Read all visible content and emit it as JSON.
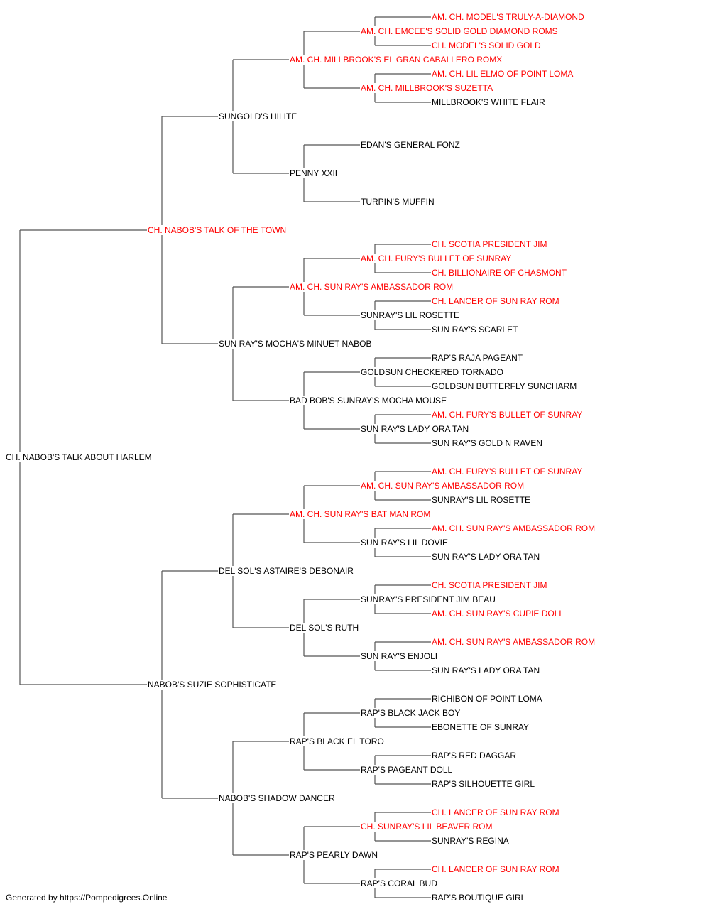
{
  "colors": {
    "champion": "#ff0000",
    "regular": "#000000",
    "line": "#555555"
  },
  "pedigree": {
    "name": "CH. NABOB'S TALK ABOUT HARLEM",
    "champion": false,
    "sire": {
      "name": "CH. NABOB'S TALK OF THE TOWN",
      "champion": true,
      "sire": {
        "name": "SUNGOLD'S HILITE",
        "champion": false,
        "sire": {
          "name": "AM. CH. MILLBROOK'S EL GRAN CABALLERO ROMX",
          "champion": true,
          "sire": {
            "name": "AM. CH. EMCEE'S SOLID GOLD DIAMOND ROMS",
            "champion": true,
            "sire": {
              "name": "AM. CH. MODEL'S TRULY-A-DIAMOND",
              "champion": true
            },
            "dam": {
              "name": "CH. MODEL'S SOLID GOLD",
              "champion": true
            }
          },
          "dam": {
            "name": "AM. CH. MILLBROOK'S SUZETTA",
            "champion": true,
            "sire": {
              "name": "AM. CH. LIL ELMO OF POINT LOMA",
              "champion": true
            },
            "dam": {
              "name": "MILLBROOK'S WHITE FLAIR",
              "champion": false
            }
          }
        },
        "dam": {
          "name": "PENNY XXII",
          "champion": false,
          "sire": {
            "name": "EDAN'S GENERAL FONZ",
            "champion": false
          },
          "dam": {
            "name": "TURPIN'S MUFFIN",
            "champion": false
          }
        }
      },
      "dam": {
        "name": "SUN RAY'S MOCHA'S MINUET NABOB",
        "champion": false,
        "sire": {
          "name": "AM. CH. SUN RAY'S AMBASSADOR ROM",
          "champion": true,
          "sire": {
            "name": "AM. CH. FURY'S BULLET OF SUNRAY",
            "champion": true,
            "sire": {
              "name": "CH. SCOTIA PRESIDENT JIM",
              "champion": true
            },
            "dam": {
              "name": "CH. BILLIONAIRE OF CHASMONT",
              "champion": true
            }
          },
          "dam": {
            "name": "SUNRAY'S LIL ROSETTE",
            "champion": false,
            "sire": {
              "name": "CH. LANCER OF SUN RAY ROM",
              "champion": true
            },
            "dam": {
              "name": "SUN RAY'S SCARLET",
              "champion": false
            }
          }
        },
        "dam": {
          "name": "BAD BOB'S SUNRAY'S MOCHA MOUSE",
          "champion": false,
          "sire": {
            "name": "GOLDSUN CHECKERED TORNADO",
            "champion": false,
            "sire": {
              "name": "RAP'S RAJA PAGEANT",
              "champion": false
            },
            "dam": {
              "name": "GOLDSUN BUTTERFLY SUNCHARM",
              "champion": false
            }
          },
          "dam": {
            "name": "SUN RAY'S LADY ORA TAN",
            "champion": false,
            "sire": {
              "name": "AM. CH. FURY'S BULLET OF SUNRAY",
              "champion": true
            },
            "dam": {
              "name": "SUN RAY'S GOLD N RAVEN",
              "champion": false
            }
          }
        }
      }
    },
    "dam": {
      "name": "NABOB'S SUZIE SOPHISTICATE",
      "champion": false,
      "sire": {
        "name": "DEL SOL'S ASTAIRE'S DEBONAIR",
        "champion": false,
        "sire": {
          "name": "AM. CH. SUN RAY'S BAT MAN ROM",
          "champion": true,
          "sire": {
            "name": "AM. CH. SUN RAY'S AMBASSADOR ROM",
            "champion": true,
            "sire": {
              "name": "AM. CH. FURY'S BULLET OF SUNRAY",
              "champion": true
            },
            "dam": {
              "name": "SUNRAY'S LIL ROSETTE",
              "champion": false
            }
          },
          "dam": {
            "name": "SUN RAY'S LIL DOVIE",
            "champion": false,
            "sire": {
              "name": "AM. CH. SUN RAY'S AMBASSADOR ROM",
              "champion": true
            },
            "dam": {
              "name": "SUN RAY'S LADY ORA TAN",
              "champion": false
            }
          }
        },
        "dam": {
          "name": "DEL SOL'S RUTH",
          "champion": false,
          "sire": {
            "name": "SUNRAY'S PRESIDENT JIM BEAU",
            "champion": false,
            "sire": {
              "name": "CH. SCOTIA PRESIDENT JIM",
              "champion": true
            },
            "dam": {
              "name": "AM. CH. SUN RAY'S CUPIE DOLL",
              "champion": true
            }
          },
          "dam": {
            "name": "SUN RAY'S ENJOLI",
            "champion": false,
            "sire": {
              "name": "AM. CH. SUN RAY'S AMBASSADOR ROM",
              "champion": true
            },
            "dam": {
              "name": "SUN RAY'S LADY ORA TAN",
              "champion": false
            }
          }
        }
      },
      "dam": {
        "name": "NABOB'S SHADOW DANCER",
        "champion": false,
        "sire": {
          "name": "RAP'S BLACK EL TORO",
          "champion": false,
          "sire": {
            "name": "RAP'S BLACK JACK BOY",
            "champion": false,
            "sire": {
              "name": "RICHIBON OF POINT LOMA",
              "champion": false
            },
            "dam": {
              "name": "EBONETTE OF SUNRAY",
              "champion": false
            }
          },
          "dam": {
            "name": "RAP'S PAGEANT DOLL",
            "champion": false,
            "sire": {
              "name": "RAP'S RED DAGGAR",
              "champion": false
            },
            "dam": {
              "name": "RAP'S SILHOUETTE GIRL",
              "champion": false
            }
          }
        },
        "dam": {
          "name": "RAP'S PEARLY DAWN",
          "champion": false,
          "sire": {
            "name": "CH. SUNRAY'S LIL BEAVER ROM",
            "champion": true,
            "sire": {
              "name": "CH. LANCER OF SUN RAY ROM",
              "champion": true
            },
            "dam": {
              "name": "SUNRAY'S REGINA",
              "champion": false
            }
          },
          "dam": {
            "name": "RAP'S CORAL BUD",
            "champion": false,
            "sire": {
              "name": "CH. LANCER OF SUN RAY ROM",
              "champion": true
            },
            "dam": {
              "name": "RAP'S BOUTIQUE GIRL",
              "champion": false
            }
          }
        }
      }
    }
  },
  "footer": {
    "text": "Generated by https://Pompedigrees.Online"
  }
}
